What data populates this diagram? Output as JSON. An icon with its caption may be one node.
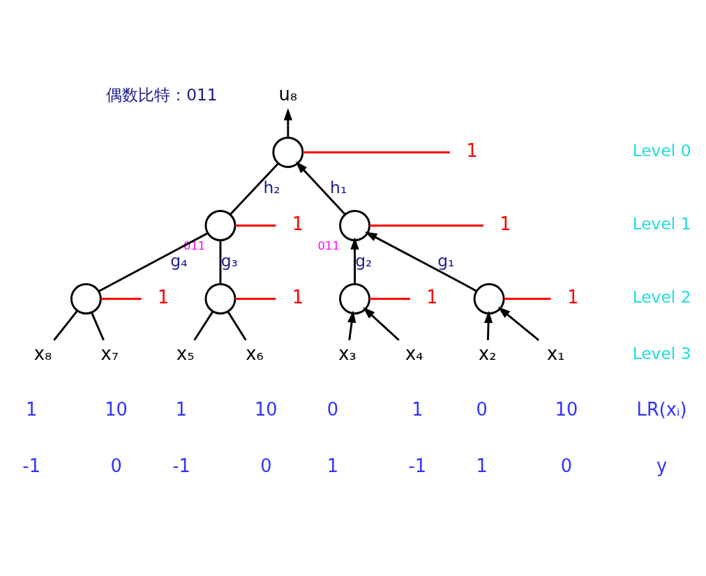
{
  "diagram": {
    "nodes": [
      {
        "text": [],
        "shape": "circle"
      },
      {
        "text": [],
        "shape": "circle",
        "beside": [
          "011"
        ]
      },
      {
        "text": [],
        "shape": "circle",
        "beside": [
          "011"
        ]
      },
      {
        "text": [],
        "shape": "circle"
      },
      {
        "text": [],
        "shape": "circle"
      },
      {
        "text": [],
        "shape": "circle"
      },
      {
        "text": [],
        "shape": "circle"
      },
      {
        "text": [
          "x₁"
        ]
      },
      {
        "text": [
          "x₂"
        ]
      },
      {
        "text": [
          "x₃"
        ]
      },
      {
        "text": [
          "x₄"
        ]
      },
      {
        "text": [
          "x₅"
        ]
      },
      {
        "text": [
          "x₆"
        ]
      },
      {
        "text": [
          "x₇"
        ]
      },
      {
        "text": [
          "x₈"
        ]
      },
      {
        "text": [
          "u₈"
        ]
      },
      {
        "text": [
          "1"
        ]
      },
      {
        "text": [
          "1"
        ]
      },
      {
        "text": [
          "1"
        ]
      },
      {
        "text": [
          "1"
        ]
      },
      {
        "text": [
          "1"
        ]
      },
      {
        "text": [
          "1"
        ]
      },
      {
        "text": [
          "1"
        ]
      }
    ],
    "edges": [
      {
        "from": 7,
        "to": 3,
        "arrow": "to"
      },
      {
        "from": 8,
        "to": 3,
        "arrow": "to"
      },
      {
        "from": 9,
        "to": 4,
        "arrow": "to"
      },
      {
        "from": 10,
        "to": 4,
        "arrow": "to"
      },
      {
        "from": 11,
        "to": 5,
        "arrow": "none"
      },
      {
        "from": 12,
        "to": 5,
        "arrow": "none"
      },
      {
        "from": 13,
        "to": 6,
        "arrow": "none"
      },
      {
        "from": 14,
        "to": 6,
        "arrow": "none"
      },
      {
        "from": 3,
        "to": 1,
        "arrow": "to",
        "label": "g₁"
      },
      {
        "from": 4,
        "to": 1,
        "arrow": "to",
        "label": "g₂"
      },
      {
        "from": 5,
        "to": 2,
        "arrow": "none",
        "label": "g₃"
      },
      {
        "from": 6,
        "to": 2,
        "arrow": "none",
        "label": "g₄"
      },
      {
        "from": 1,
        "to": 0,
        "arrow": "to",
        "label": "h₁"
      },
      {
        "from": 2,
        "to": 0,
        "arrow": "none",
        "label": "h₂"
      },
      {
        "from": 0,
        "to": 15,
        "arrow": "to"
      },
      {
        "from": 16,
        "to": 0,
        "arrow": "none",
        "color": "#ff0000"
      },
      {
        "from": 17,
        "to": 1,
        "arrow": "none",
        "color": "#ff0000"
      },
      {
        "from": 18,
        "to": 2,
        "arrow": "none",
        "color": "#ff0000"
      },
      {
        "from": 19,
        "to": 3,
        "arrow": "none",
        "color": "#ff0000"
      },
      {
        "from": 20,
        "to": 4,
        "arrow": "none",
        "color": "#ff0000"
      },
      {
        "from": 21,
        "to": 5,
        "arrow": "none",
        "color": "#ff0000"
      },
      {
        "from": 22,
        "to": 6,
        "arrow": "none",
        "color": "#ff0000"
      }
    ],
    "labels": [
      "偶数比特：011",
      "Level 0",
      "Level 1",
      "Level 2",
      "Level 3",
      "LR(xᵢ)",
      "10",
      "0",
      "0",
      "1",
      "1",
      "10",
      "10",
      "1",
      "y",
      "0",
      "1",
      "1",
      "-1",
      "-1",
      "0",
      "0",
      "-1"
    ]
  }
}
